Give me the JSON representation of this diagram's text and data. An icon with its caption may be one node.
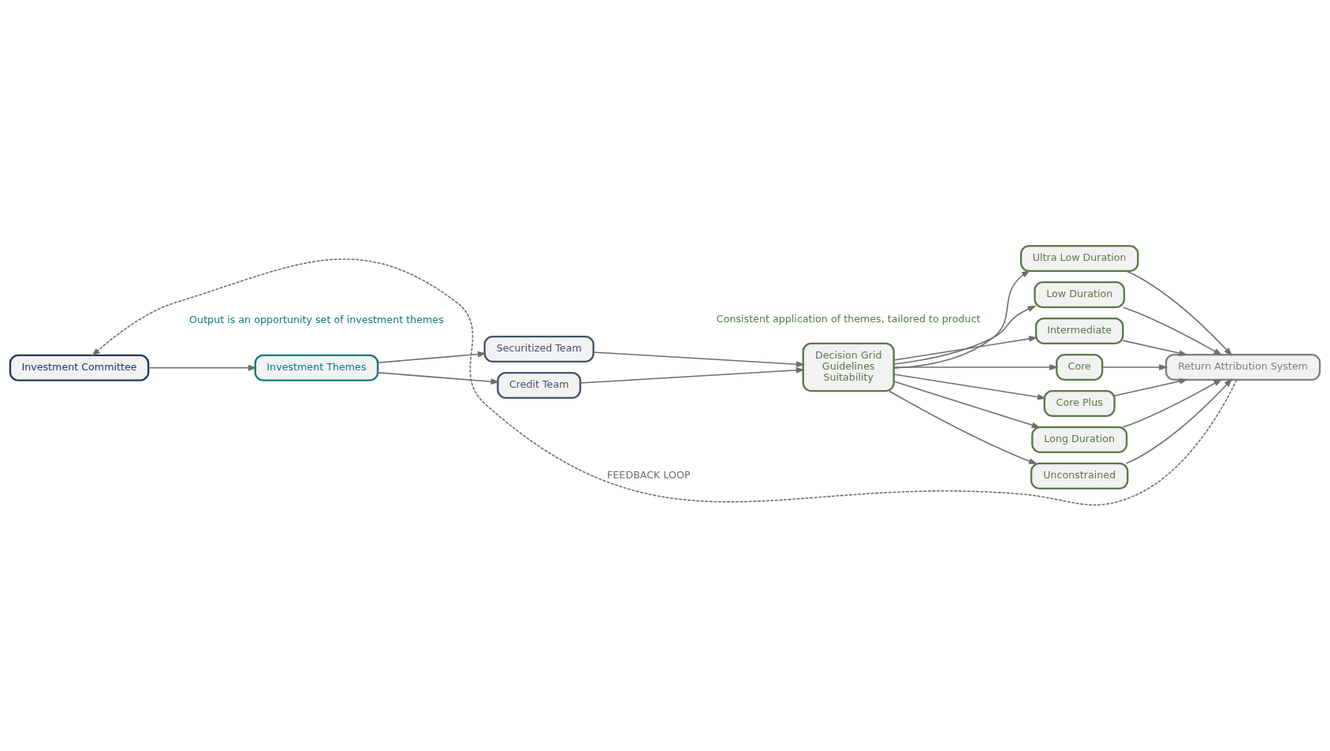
{
  "diagram": {
    "nodes": [
      {
        "text": [
          "Investment Committee"
        ]
      },
      {
        "text": [
          "Investment Themes"
        ],
        "beside": [
          "Output is an opportunity set of investment themes"
        ]
      },
      {
        "text": [
          "Securitized Team"
        ]
      },
      {
        "text": [
          "Credit Team"
        ]
      },
      {
        "text": [
          "Decision Grid",
          "Guidelines",
          "Suitability"
        ]
      },
      {
        "text": [
          "Ultra Low Duration"
        ]
      },
      {
        "text": [
          "Low Duration"
        ]
      },
      {
        "text": [
          "Intermediate"
        ]
      },
      {
        "text": [
          "Core"
        ]
      },
      {
        "text": [
          "Core Plus"
        ]
      },
      {
        "text": [
          "Long Duration"
        ]
      },
      {
        "text": [
          "Unconstrained"
        ]
      },
      {
        "text": [
          "Return Attribution System"
        ]
      }
    ],
    "edges": [
      {
        "from": 0,
        "to": 1,
        "arrow": "to"
      },
      {
        "from": 1,
        "to": 2,
        "arrow": "to"
      },
      {
        "from": 1,
        "to": 3,
        "arrow": "to"
      },
      {
        "from": 2,
        "to": 4,
        "arrow": "to"
      },
      {
        "from": 3,
        "to": 4,
        "arrow": "to"
      },
      {
        "from": 4,
        "to": 5,
        "arrow": "to"
      },
      {
        "from": 4,
        "to": 6,
        "arrow": "to"
      },
      {
        "from": 4,
        "to": 7,
        "arrow": "to"
      },
      {
        "from": 4,
        "to": 8,
        "arrow": "to"
      },
      {
        "from": 4,
        "to": 9,
        "arrow": "to"
      },
      {
        "from": 4,
        "to": 10,
        "arrow": "to"
      },
      {
        "from": 4,
        "to": 11,
        "arrow": "to"
      },
      {
        "from": 5,
        "to": 12,
        "arrow": "to"
      },
      {
        "from": 6,
        "to": 12,
        "arrow": "to"
      },
      {
        "from": 7,
        "to": 12,
        "arrow": "to"
      },
      {
        "from": 8,
        "to": 12,
        "arrow": "to"
      },
      {
        "from": 9,
        "to": 12,
        "arrow": "to"
      },
      {
        "from": 10,
        "to": 12,
        "arrow": "to"
      },
      {
        "from": 11,
        "to": 12,
        "arrow": "to"
      },
      {
        "from": 12,
        "to": 0,
        "arrow": "to",
        "label": "FEEDBACK LOOP",
        "style": "dashed"
      }
    ],
    "labels": [
      "Consistent application of themes, tailored to product"
    ]
  }
}
